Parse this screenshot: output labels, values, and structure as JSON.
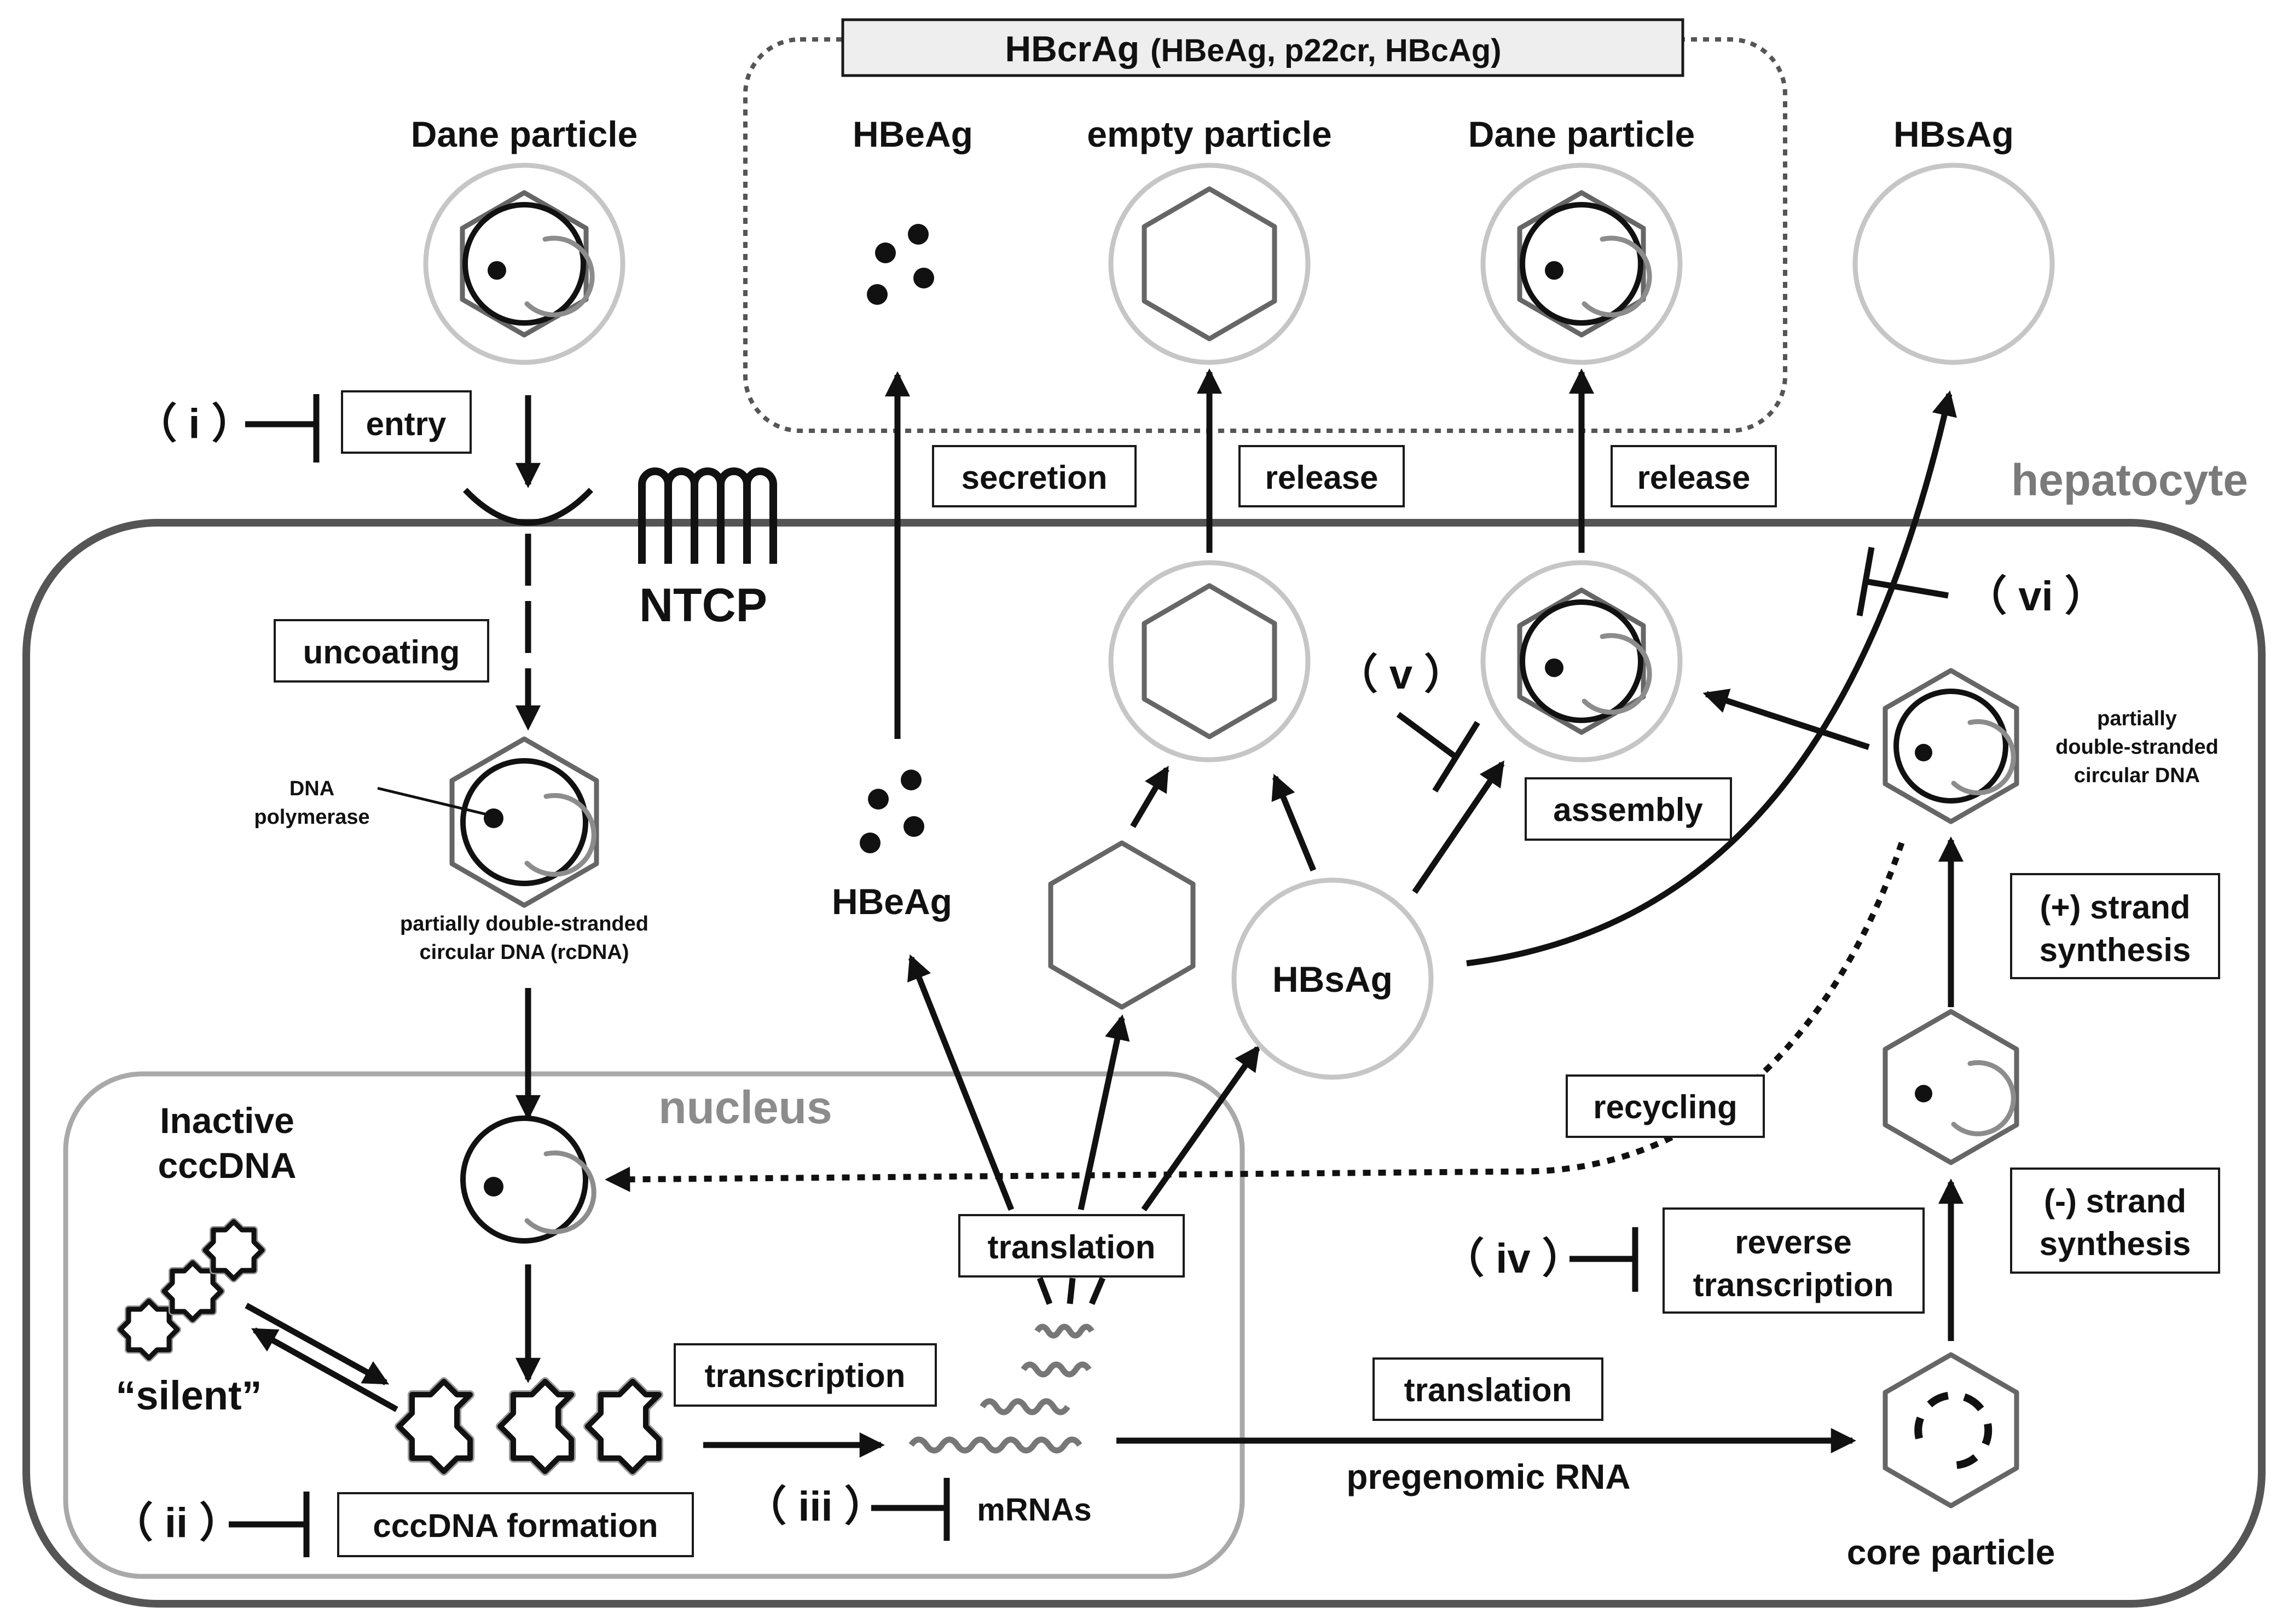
{
  "header": {
    "hbcrag_main": "HBcrAg",
    "hbcrag_sub": "(HBeAg, p22cr, HBcAg)"
  },
  "extracellular": {
    "dane_particle_left": "Dane particle",
    "hbeag": "HBeAg",
    "empty_particle": "empty particle",
    "dane_particle_right": "Dane particle",
    "hbsag": "HBsAg"
  },
  "compartments": {
    "hepatocyte": "hepatocyte",
    "nucleus": "nucleus",
    "receptor": "NTCP"
  },
  "steps": {
    "entry": "entry",
    "uncoating": "uncoating",
    "secretion": "secretion",
    "release_1": "release",
    "release_2": "release",
    "assembly": "assembly",
    "plus_strand_1": "(+) strand",
    "plus_strand_2": "synthesis",
    "minus_strand_1": "(-) strand",
    "minus_strand_2": "synthesis",
    "recycling": "recycling",
    "reverse_transcription_1": "reverse",
    "reverse_transcription_2": "transcription",
    "translation_upper": "translation",
    "translation_lower": "translation",
    "transcription": "transcription",
    "cccdna_formation": "cccDNA formation"
  },
  "labels": {
    "dna_polymerase_1": "DNA",
    "dna_polymerase_2": "polymerase",
    "rcdna_1": "partially  double-stranded",
    "rcdna_2": "circular DNA (rcDNA)",
    "pdsdna_1": "partially",
    "pdsdna_2": "double-stranded",
    "pdsdna_3": "circular DNA",
    "inactive_1": "Inactive",
    "inactive_2": "cccDNA",
    "silent": "“silent”",
    "hbeag_intracellular": "HBeAg",
    "hbsag_intracellular": "HBsAg",
    "mrnas": "mRNAs",
    "pregenomic_rna": "pregenomic RNA",
    "core_particle": "core particle"
  },
  "inhibition_points": {
    "i": "（ i ）",
    "ii": "（ ii ）",
    "iii": "（ iii ）",
    "iv": "（ iv ）",
    "v": "（ v ）",
    "vi": "（ vi ）"
  }
}
